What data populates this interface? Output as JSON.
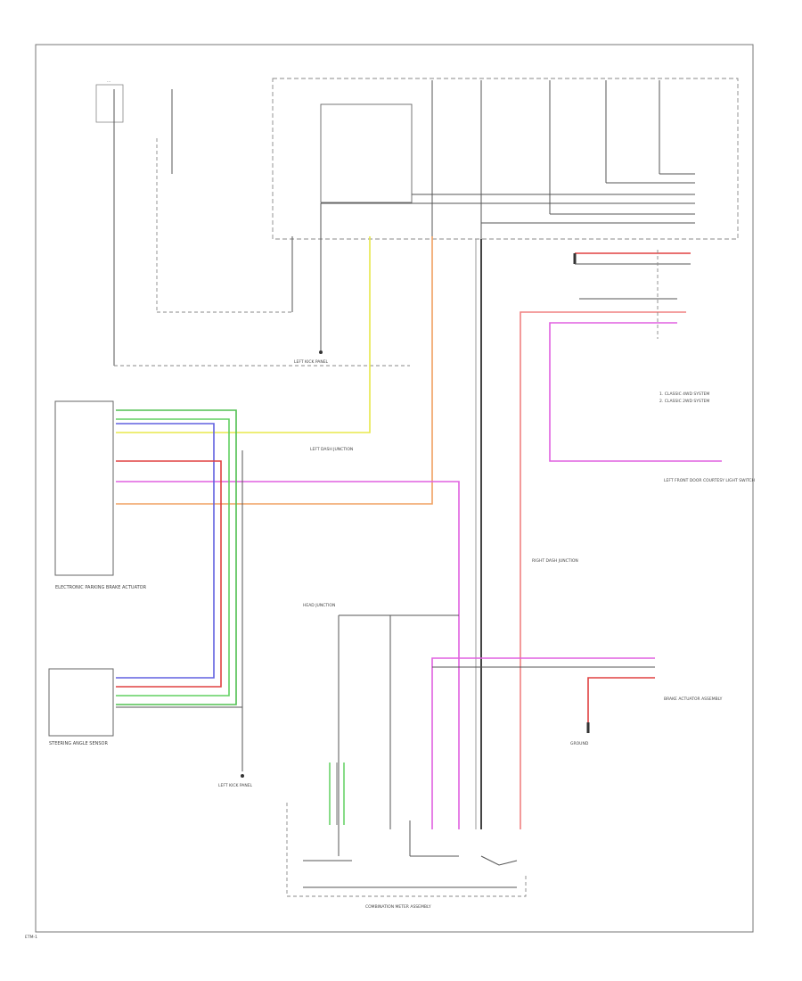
{
  "diagram": {
    "labels": {
      "ground_1": "LEFT KICK PANEL",
      "ground_2": "LEFT KICK PANEL",
      "module_main": "ELECTRONIC PARKING BRAKE ACTUATOR",
      "module_sub": "STEERING ANGLE SENSOR",
      "junction_1": "LEFT DASH JUNCTION",
      "junction_2": "HEAD JUNCTION",
      "junction_3": "RIGHT DASH JUNCTION",
      "motor_assy": "COMBINATION METER ASSEMBLY",
      "switch_1": "LEFT FRONT DOOR COURTESY LIGHT SWITCH",
      "sensor_block": "BRAKE ACTUATOR ASSEMBLY",
      "ground_3": "GROUND",
      "note_1": "1. CLASSIC 4WD SYSTEM",
      "note_2": "2. CLASSIC 2WD SYSTEM",
      "footer_code": "ETM-1"
    }
  }
}
